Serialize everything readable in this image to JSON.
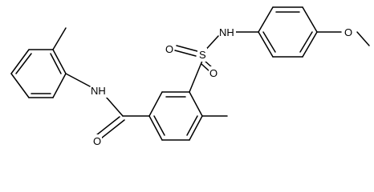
{
  "structure": {
    "atoms": {
      "nh_amide": "NH",
      "o_carbonyl": "O",
      "s_sulfonyl": "S",
      "o_sulfonyl_left": "O",
      "o_sulfonyl_bottom": "O",
      "nh_sulfonamide": "NH",
      "o_methoxy": "O"
    }
  },
  "colors": {
    "bond": "#000000",
    "background": "#ffffff"
  }
}
